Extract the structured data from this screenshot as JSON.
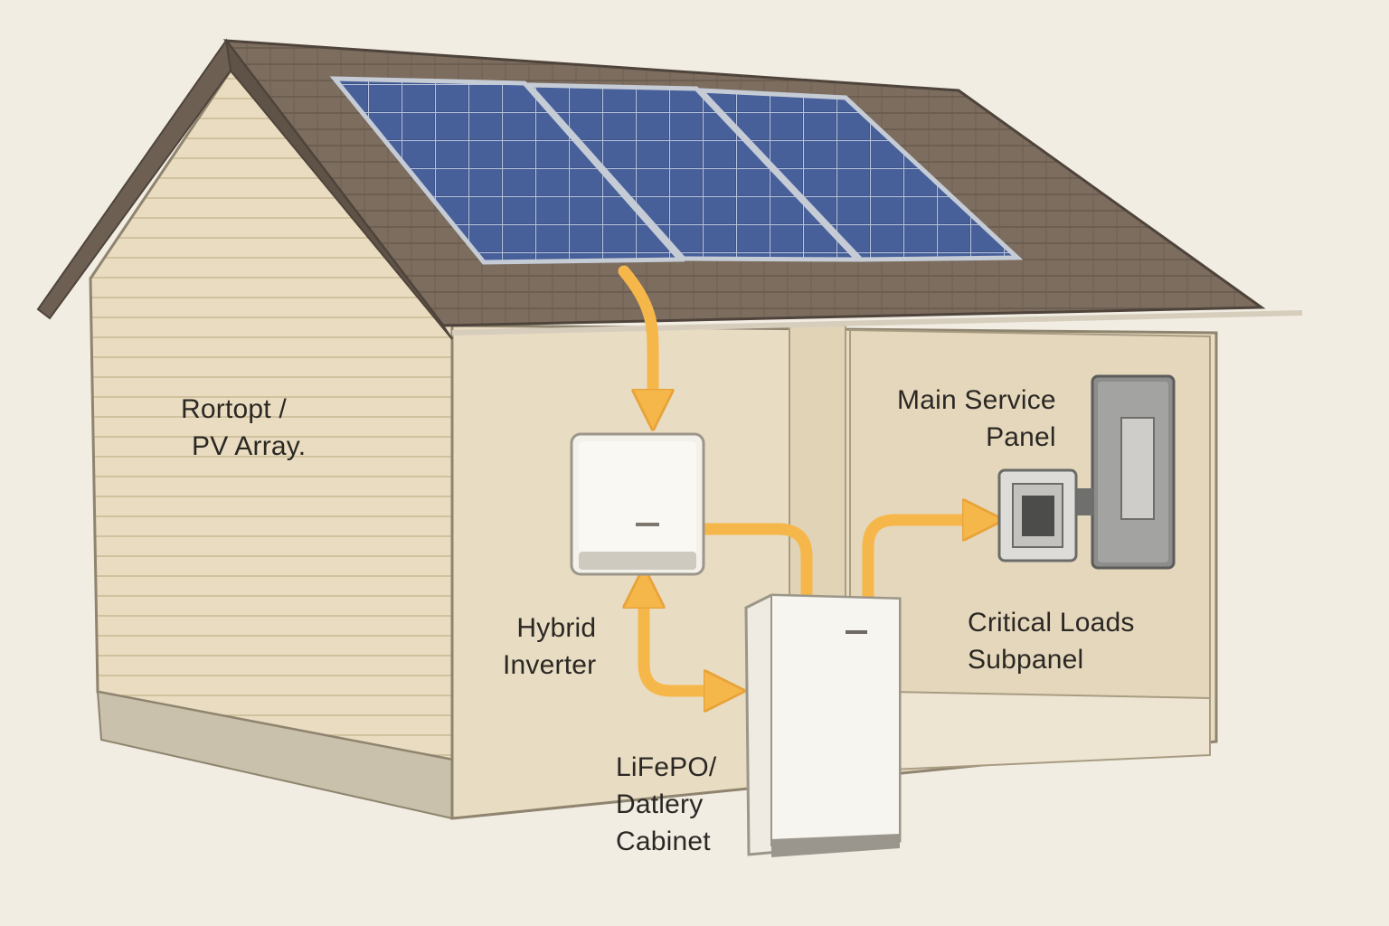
{
  "labels": {
    "pv_array": [
      "Rortopt /",
      "PV Array."
    ],
    "main_panel": [
      "Main Service",
      "Panel"
    ],
    "inverter": [
      "Hybrid",
      "Inverter"
    ],
    "subpanel": [
      "Critical Loads",
      "Subpanel"
    ],
    "battery": [
      "LiFePO/",
      "Datlery",
      "Cabinet"
    ]
  },
  "colors": {
    "background": "#f1ede2",
    "siding": "#e9dcc0",
    "roof": "#7a6b5d",
    "solar_cell": "#3f5488",
    "arrow": "#f6b74a",
    "equipment": "#f4f1ea",
    "panel_metal": "#8d8d8c",
    "text": "#2b2824"
  }
}
